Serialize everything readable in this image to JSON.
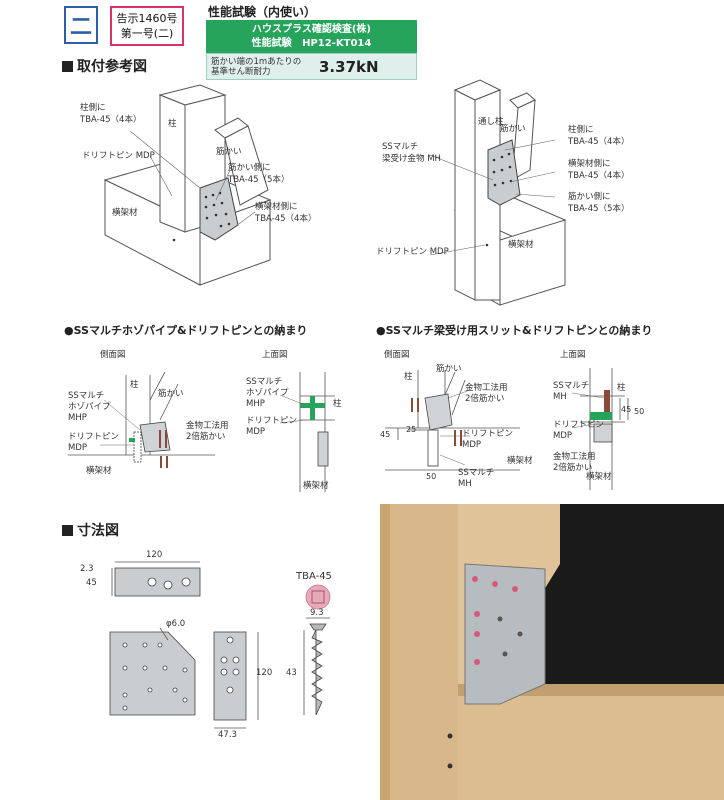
{
  "badge": {
    "kanji": "二",
    "notice": "告示1460号",
    "notice2": "第一号(二)"
  },
  "performance": {
    "title": "性能試験（内使い）",
    "org": "ハウスプラス確認検査(株)",
    "test_label": "性能試験",
    "test_id": "HP12-KT014",
    "row_label_1": "筋かい端の1mあたりの",
    "row_label_2": "基準せん断耐力",
    "value": "3.37kN"
  },
  "section_mount": "取付参考図",
  "left_diagram": {
    "col_side": "柱側に",
    "col_screws": "TBA-45（4本）",
    "column": "柱",
    "drift_pin": "ドリフトピン MDP",
    "brace": "筋かい",
    "brace_side": "筋かい側に",
    "brace_screws": "TBA-45（5本）",
    "beam_side": "横架材側に",
    "beam_screws": "TBA-45（4本）",
    "beam": "横架材"
  },
  "right_diagram": {
    "through_col": "通し柱",
    "brace": "筋かい",
    "ss_multi": "SSマルチ",
    "ss_mount": "梁受け金物 MH",
    "col_side": "柱側に",
    "col_screws": "TBA-45（4本）",
    "beam_side": "横架材側に",
    "beam_screws": "TBA-45（4本）",
    "brace_side": "筋かい側に",
    "brace_screws": "TBA-45（5本）",
    "drift_pin": "ドリフトピン MDP",
    "beam": "横架材"
  },
  "sub_left": "●SSマルチホゾパイプ&ドリフトピンとの納まり",
  "sub_right": "●SSマルチ梁受け用スリット&ドリフトピンとの納まり",
  "detail_left": {
    "side_view": "側面図",
    "top_view": "上面図",
    "column": "柱",
    "brace": "筋かい",
    "ss1": "SSマルチ",
    "ss2": "ホゾパイプ",
    "ss3": "MHP",
    "dp1": "ドリフトピン",
    "dp2": "MDP",
    "hw1": "金物工法用",
    "hw2": "2倍筋かい",
    "beam": "横架材",
    "top_ss1": "SSマルチ",
    "top_ss2": "ホゾパイプ",
    "top_ss3": "MHP",
    "top_dp1": "ドリフトピン",
    "top_dp2": "MDP",
    "top_col": "柱",
    "top_beam": "横架材"
  },
  "detail_right": {
    "side_view": "側面図",
    "top_view": "上面図",
    "column": "柱",
    "brace": "筋かい",
    "hw1": "金物工法用",
    "hw2": "2倍筋かい",
    "dp1": "ドリフトピン",
    "dp2": "MDP",
    "beam": "横架材",
    "ssmh1": "SSマルチ",
    "ssmh2": "MH",
    "dim45": "45",
    "dim25": "25",
    "dim50": "50",
    "top_ss1": "SSマルチ",
    "top_ss2": "MH",
    "top_dp1": "ドリフトピン",
    "top_dp2": "MDP",
    "top_hw1": "金物工法用",
    "top_hw2": "2倍筋かい",
    "top_col": "柱",
    "top_beam": "横架材",
    "top_45": "45",
    "top_50": "50"
  },
  "section_dims": "寸法図",
  "dims": {
    "w120": "120",
    "t23": "2.3",
    "h45": "45",
    "hole": "φ6.0",
    "h120": "120",
    "w473": "47.3",
    "screw_name": "TBA-45",
    "screw_head": "9.3",
    "screw_len": "43"
  },
  "colors": {
    "green": "#27a45c",
    "blue": "#2d5fa6",
    "pink": "#d8336b"
  }
}
